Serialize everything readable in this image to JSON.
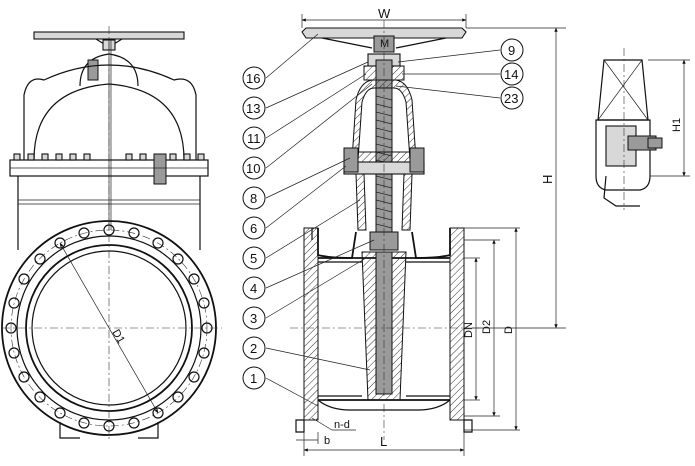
{
  "callouts": [
    "16",
    "13",
    "11",
    "10",
    "8",
    "6",
    "5",
    "4",
    "3",
    "2",
    "1",
    "9",
    "14",
    "23"
  ],
  "dimensions": {
    "W": "W",
    "H": "H",
    "H1": "H1",
    "DN": "DN",
    "D2": "D2",
    "D": "D",
    "L": "L",
    "b": "b",
    "nd": "n-d",
    "D1": "D1"
  }
}
